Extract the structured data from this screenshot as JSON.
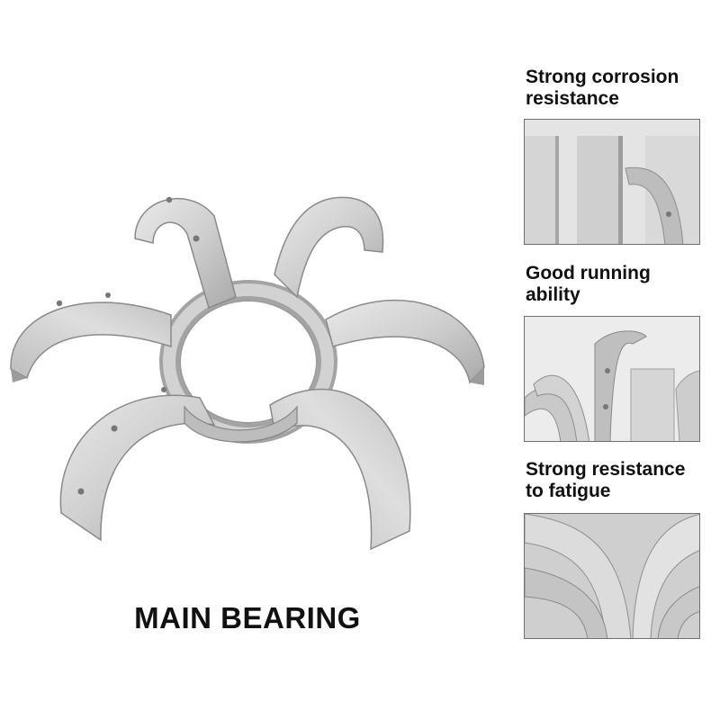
{
  "main_title": "MAIN BEARING",
  "hero_image": {
    "subject": "main bearing shells arranged in a ring"
  },
  "features": [
    {
      "label_line1": "Strong corrosion",
      "label_line2": "resistance"
    },
    {
      "label_line1": "Good running",
      "label_line2": "ability"
    },
    {
      "label_line1": "Strong resistance",
      "label_line2": "to fatigue"
    }
  ],
  "colors": {
    "background": "#ffffff",
    "metal_light": "#dcdcdc",
    "metal_mid": "#c4c4c4",
    "metal_dark": "#8f8f8f",
    "text": "#111111",
    "frame": "#6f6f6f"
  }
}
